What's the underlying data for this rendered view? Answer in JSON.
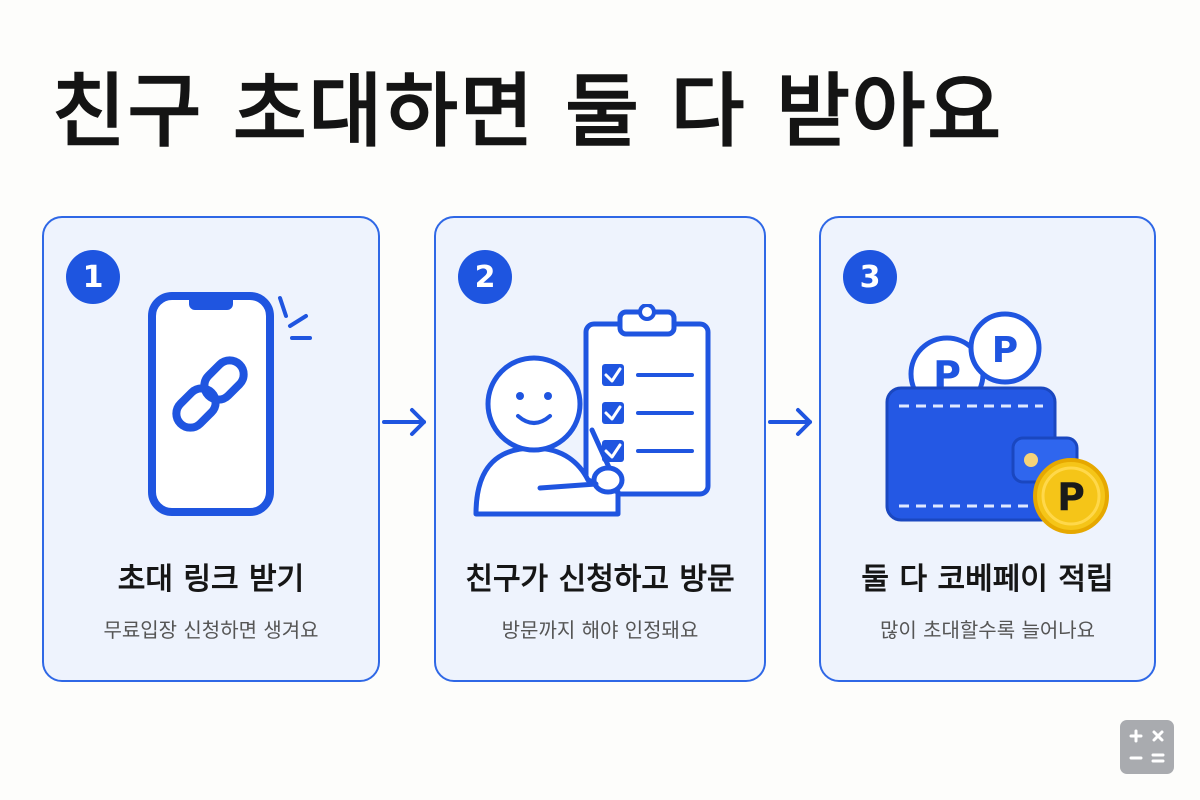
{
  "headline": "친구 초대하면 둘 다 받아요",
  "steps": [
    {
      "number": "1",
      "title": "초대 링크 받기",
      "description": "무료입장 신청하면 생겨요",
      "icon": "phone-link-icon"
    },
    {
      "number": "2",
      "title": "친구가 신청하고 방문",
      "description": "방문까지 해야 인정돼요",
      "icon": "person-checklist-icon"
    },
    {
      "number": "3",
      "title": "둘 다 코베페이 적립",
      "description": "많이 초대할수록 늘어나요",
      "icon": "wallet-points-icon"
    }
  ],
  "coin_symbol": "P",
  "colors": {
    "accent": "#1e55e0",
    "card_bg": "#eef3fd",
    "coin": "#f5c518"
  }
}
